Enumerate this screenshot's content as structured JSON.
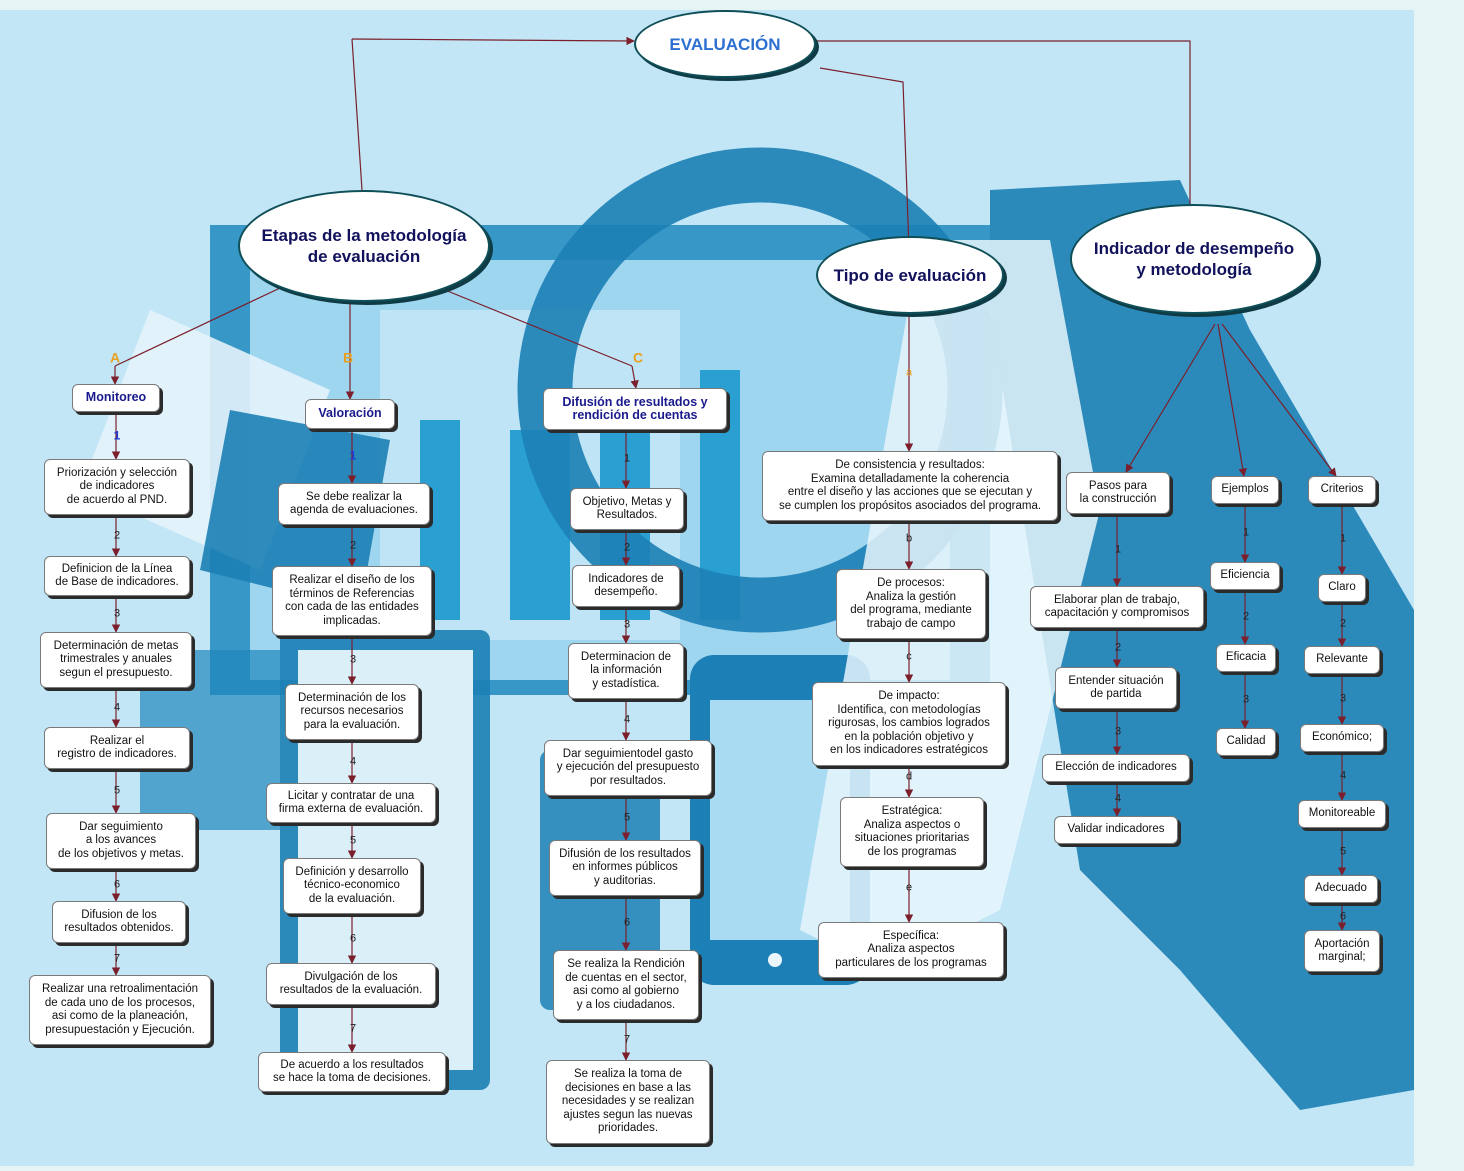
{
  "root": "EVALUACIÓN",
  "branches": {
    "etapas": "Etapas de la metodología\nde evaluación",
    "tipo": "Tipo de evaluación",
    "indicador": "Indicador de desempeño\ny metodología"
  },
  "etapas": {
    "letters": [
      "A",
      "B",
      "C"
    ],
    "monitoreo": {
      "title": "Monitoreo",
      "steps": [
        "Priorización y selección\nde indicadores\nde acuerdo al PND.",
        "Definicion de la Línea\nde Base de indicadores.",
        "Determinación de metas\ntrimestrales y anuales\nsegun el presupuesto.",
        "Realizar el\nregistro de indicadores.",
        "Dar seguimiento\na los avances\nde los objetivos y metas.",
        "Difusion de los\nresultados obtenidos.",
        "Realizar una retroalimentación\nde cada uno de los procesos,\nasi como de la planeación,\npresupuestación y Ejecución."
      ]
    },
    "valoracion": {
      "title": "Valoración",
      "steps": [
        "Se debe realizar la\nagenda de evaluaciones.",
        "Realizar el diseño de los\ntérminos de Referencias\ncon cada de las entidades\nimplicadas.",
        "Determinación de los\nrecursos  necesarios\npara la evaluación.",
        "Licitar y contratar de una\nfirma externa de evaluación.",
        "Definición y desarrollo\ntécnico-economico\nde la  evaluación.",
        "Divulgación de los\nresultados de la evaluación.",
        "De acuerdo a los resultados\nse hace la toma de decisiones."
      ]
    },
    "difusion": {
      "title": "Difusión de resultados y\nrendición de cuentas",
      "steps": [
        "Objetivo, Metas y\nResultados.",
        "Indicadores de\ndesempeño.",
        "Determinacion de\nla información\ny estadística.",
        "Dar seguimientodel gasto\ny ejecución del presupuesto\npor resultados.",
        "Difusión de los resultados\nen informes públicos\ny auditorias.",
        "Se realiza la Rendición\nde cuentas en el sector,\nasi como al gobierno\ny a los ciudadanos.",
        "Se realiza la toma de\ndecisiones en base a las\nnecesidades y se realizan\najustes segun las nuevas\nprioridades."
      ]
    }
  },
  "tipo": {
    "letters": [
      "a",
      "b",
      "c",
      "d",
      "e"
    ],
    "items": [
      "De consistencia y resultados:\nExamina detalladamente la coherencia\nentre el diseño y las acciones que se ejecutan y\nse cumplen los propósitos asociados del programa.",
      "De procesos:\nAnaliza la gestión\ndel programa, mediante\ntrabajo de campo",
      "De impacto:\nIdentifica, con metodologías\nrigurosas, los cambios logrados\nen la población objetivo y\nen los indicadores estratégicos",
      "Estratégica:\nAnaliza aspectos o\nsituaciones prioritarias\nde los programas",
      "Específica:\nAnaliza aspectos\nparticulares de los programas"
    ]
  },
  "indicador": {
    "pasos": {
      "title": "Pasos para\nla construcción",
      "steps": [
        "Elaborar plan de trabajo,\ncapacitación y compromisos",
        "Entender situación\nde partida",
        "Elección de indicadores",
        "Validar indicadores"
      ]
    },
    "ejemplos": {
      "title": "Ejemplos",
      "steps": [
        "Eficiencia",
        "Eficacia",
        "Calidad"
      ]
    },
    "criterios": {
      "title": "Criterios",
      "steps": [
        "Claro",
        "Relevante",
        "Económico;",
        "Monitoreable",
        "Adecuado",
        "Aportación\nmarginal;"
      ]
    }
  },
  "colors": {
    "background": "#c2e6f6",
    "page": "#e6f4f3",
    "line": "#7b1f2c",
    "branch_text": "#11115c",
    "root_text": "#2d6fd1",
    "sub_title_text": "#1a1a8c",
    "letter": "#e8a020",
    "number_blue": "#1f3fd8"
  }
}
